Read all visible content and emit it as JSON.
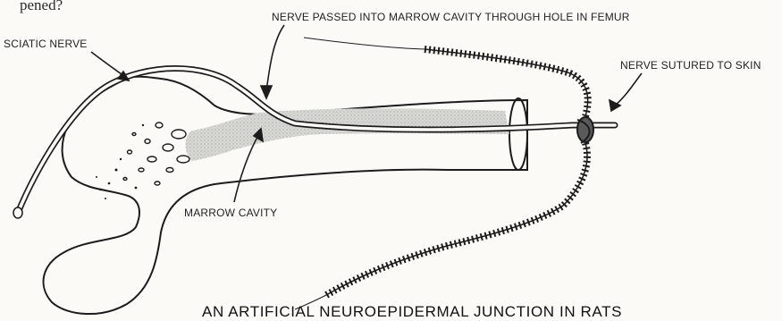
{
  "top_fragment": "pened?",
  "labels": {
    "nerve_passed": "NERVE PASSED INTO MARROW CAVITY THROUGH HOLE IN FEMUR",
    "sciatic_nerve": "SCIATIC NERVE",
    "nerve_sutured": "NERVE SUTURED TO SKIN",
    "marrow_cavity": "MARROW CAVITY"
  },
  "caption": "AN ARTIFICIAL NEUROEPIDERMAL JUNCTION IN RATS"
}
